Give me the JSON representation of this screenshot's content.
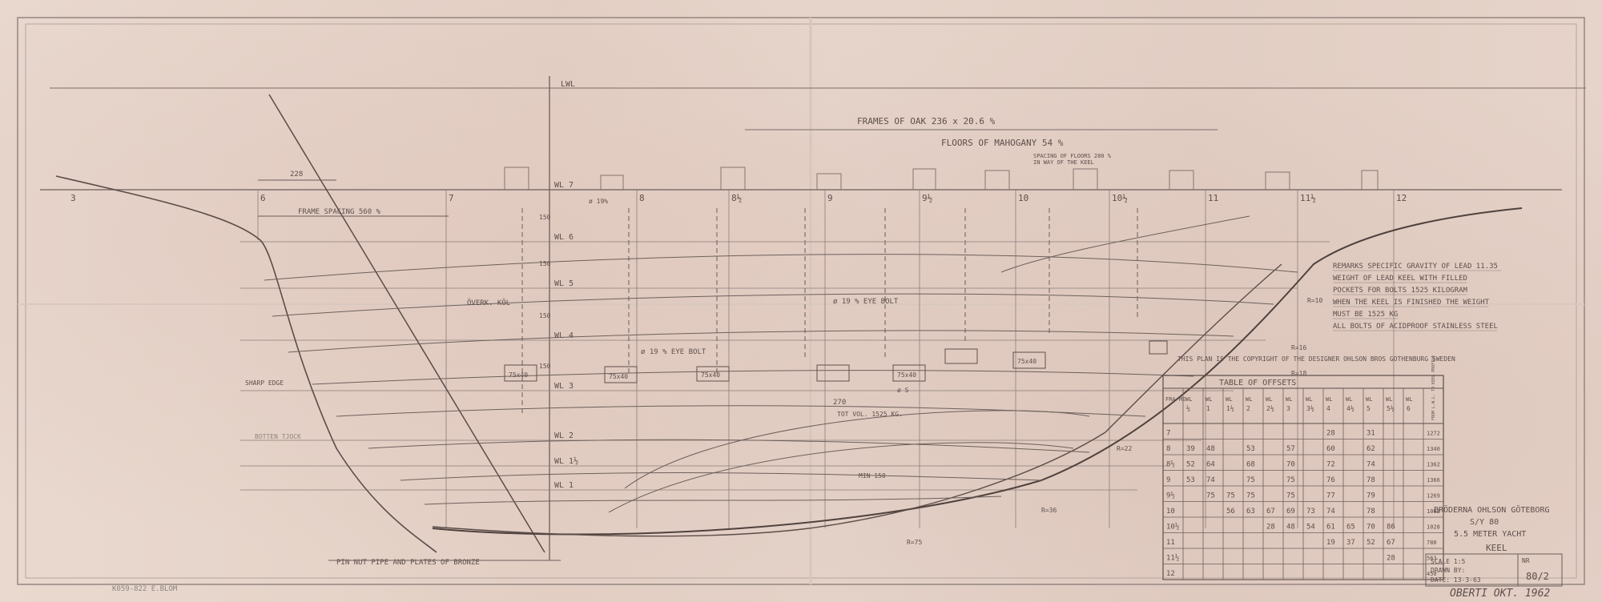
{
  "labels": {
    "lwl": "LWL",
    "frames": "FRAMES OF OAK 236 x 20.6 %",
    "floors": "FLOORS OF MAHOGANY 54 %",
    "spacing_floors_1": "SPACING OF FLOORS 280 %",
    "spacing_floors_2": "IN WAY OF THE KEEL",
    "frame_spacing": "FRAME SPACING 560 %",
    "dim_228": "228",
    "overk": "ÖVERK. KÖL",
    "sharp_edge": "SHARP EDGE",
    "rabbet": "BOTTEN TJOCK",
    "eye_bolt_1": "ø 19 % EYE BOLT",
    "eye_bolt_2": "ø 19 % EYE BOLT",
    "tot_vol": "TOT VOL. 1525 KG.",
    "dim_270": "270",
    "min_150": "MIN 150",
    "bolt_s": "ø S",
    "bolt_dia": "ø 19%",
    "pin_nut": "PIN NUT PIPE AND PLATES OF BRONZE",
    "copyright": "THIS PLAN IS THE COPYRIGHT OF THE DESIGNER OHLSON BROS GOTHENBURG SWEDEN",
    "stamp": "K059-822 E.BLOM",
    "signature": "OBERTI OKT. 1962"
  },
  "remarks": [
    "REMARKS  SPECIFIC GRAVITY OF LEAD 11.35",
    "WEIGHT OF LEAD KEEL WITH FILLED",
    "POCKETS FOR BOLTS 1525 KILOGRAM",
    "WHEN THE KEEL IS FINISHED THE WEIGHT",
    "MUST BE 1525 KG",
    "ALL BOLTS OF ACIDPROOF STAINLESS STEEL"
  ],
  "frames": [
    "3",
    "6",
    "7",
    "8",
    "8½",
    "9",
    "9½",
    "10",
    "10½",
    "11",
    "11½",
    "12"
  ],
  "waterlines": [
    "WL 7",
    "WL 6",
    "WL 5",
    "WL 4",
    "WL 3",
    "WL 2",
    "WL 1½",
    "WL 1"
  ],
  "wl_spacing": "150",
  "radii": [
    "R=10",
    "R=16",
    "R=18",
    "R=22",
    "R=36",
    "R=75"
  ],
  "floors_sizes": [
    "75x40",
    "75x40",
    "75x40",
    "75x40",
    "75x40"
  ],
  "offsets": {
    "title": "TABLE OF OFFSETS",
    "headers": [
      "FRA-ME",
      "WL ½",
      "WL 1",
      "WL 1½",
      "WL 2",
      "WL 2½",
      "WL 3",
      "WL 3½",
      "WL 4",
      "WL 4½",
      "WL 5",
      "WL 5½",
      "WL 6",
      "FROM L.W.L. TO KEEL PROFILE"
    ],
    "rows": [
      [
        "7",
        "",
        "",
        "",
        "",
        "",
        "",
        "",
        "28",
        "",
        "31",
        "",
        "",
        "1272"
      ],
      [
        "8",
        "39",
        "48",
        "",
        "53",
        "",
        "57",
        "",
        "60",
        "",
        "62",
        "",
        "",
        "1340"
      ],
      [
        "8½",
        "52",
        "64",
        "",
        "68",
        "",
        "70",
        "",
        "72",
        "",
        "74",
        "",
        "",
        "1362"
      ],
      [
        "9",
        "53",
        "74",
        "",
        "75",
        "",
        "75",
        "",
        "76",
        "",
        "78",
        "",
        "",
        "1366"
      ],
      [
        "9½",
        "",
        "75",
        "75",
        "75",
        "",
        "75",
        "",
        "77",
        "",
        "79",
        "",
        "",
        "1269"
      ],
      [
        "10",
        "",
        "",
        "56",
        "63",
        "67",
        "69",
        "73",
        "74",
        "",
        "78",
        "",
        "",
        "1062"
      ],
      [
        "10½",
        "",
        "",
        "",
        "",
        "28",
        "48",
        "54",
        "61",
        "65",
        "70",
        "86",
        "",
        "1028"
      ],
      [
        "11",
        "",
        "",
        "",
        "",
        "",
        "",
        "",
        "19",
        "37",
        "52",
        "67",
        "",
        "780"
      ],
      [
        "11½",
        "",
        "",
        "",
        "",
        "",
        "",
        "",
        "",
        "",
        "",
        "28",
        "",
        "563"
      ],
      [
        "12",
        "",
        "",
        "",
        "",
        "",
        "",
        "",
        "",
        "",
        "",
        "",
        "",
        "450"
      ]
    ]
  },
  "title_block": {
    "yard": "BRÖDERNA OHLSON GÖTEBORG",
    "boat": "S/Y 80",
    "class": "5.5 METER YACHT",
    "part": "KEEL",
    "scale": "SCALE 1:5",
    "drawn_by": "DRAWN BY:",
    "date": "DATE: 13-3-63",
    "nr_label": "NR",
    "nr_value": "80/2"
  }
}
